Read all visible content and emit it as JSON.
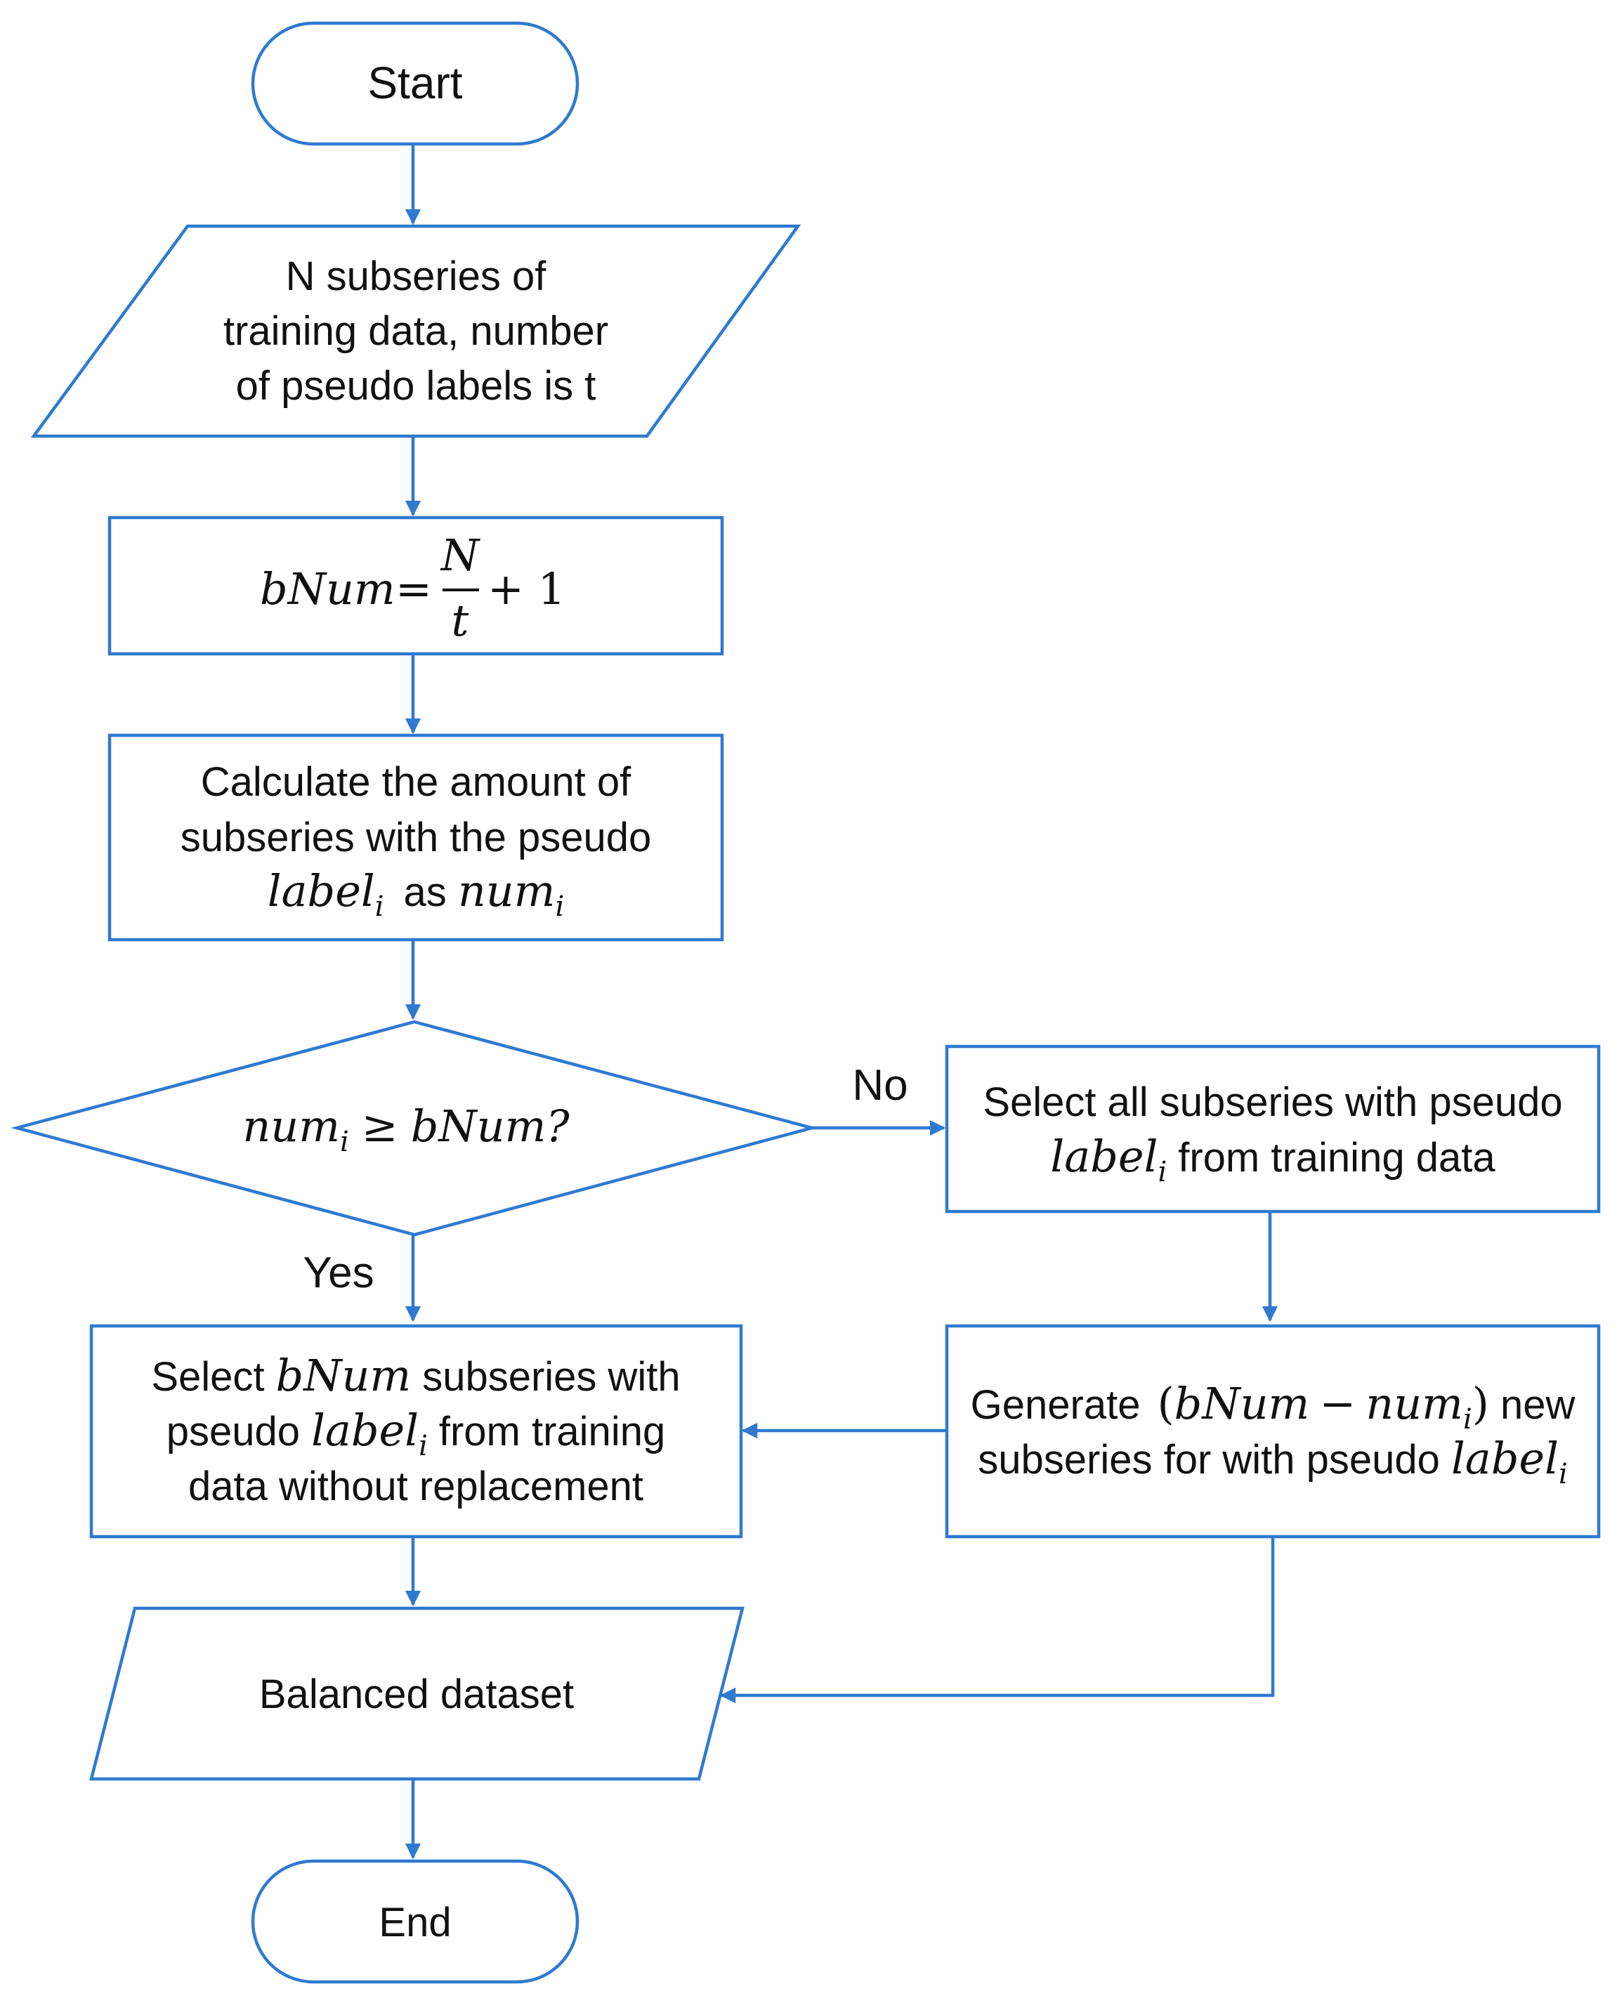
{
  "nodes": {
    "start": {
      "label": "Start"
    },
    "input": {
      "lines": [
        "N subseries of",
        "training data,  number",
        "of pseudo  labels is  t"
      ]
    },
    "compute": {
      "lhs": "bNum",
      "equals": "=",
      "numerator": "N",
      "denominator": "t",
      "plus": "+ 1"
    },
    "count": {
      "line1": "Calculate the amount of",
      "line2": "subseries with the  pseudo",
      "line3_var1": "label",
      "line3_sub1": "i",
      "line3_mid": "as",
      "line3_var2": "num",
      "line3_sub2": "i"
    },
    "decision": {
      "var1": "num",
      "sub1": "i",
      "op": "≥",
      "var2": "bNum",
      "q": "?"
    },
    "select_all": {
      "line1": "Select all subseries with pseudo",
      "line2_var": "label",
      "line2_sub": "i",
      "line2_rest": "from training data"
    },
    "select_bnum": {
      "line1_a": "Select",
      "line1_var": "bNum",
      "line1_b": "subseries with",
      "line2_a": "pseudo",
      "line2_var": "label",
      "line2_sub": "i",
      "line2_b": "from training",
      "line3": "data without replacement"
    },
    "generate": {
      "line1_a": "Generate",
      "line1_open": "(",
      "line1_var1": "bNum",
      "line1_minus": "−",
      "line1_var2": "num",
      "line1_sub": "i",
      "line1_close": ")",
      "line1_b": "new",
      "line2_a": "subseries for with pseudo",
      "line2_var": "label",
      "line2_sub": "i"
    },
    "output": {
      "label": "Balanced dataset"
    },
    "end": {
      "label": "End"
    }
  },
  "edge_labels": {
    "no": "No",
    "yes": "Yes"
  },
  "colors": {
    "stroke": "#2f7ad0",
    "text": "#111111",
    "background": "#ffffff"
  }
}
